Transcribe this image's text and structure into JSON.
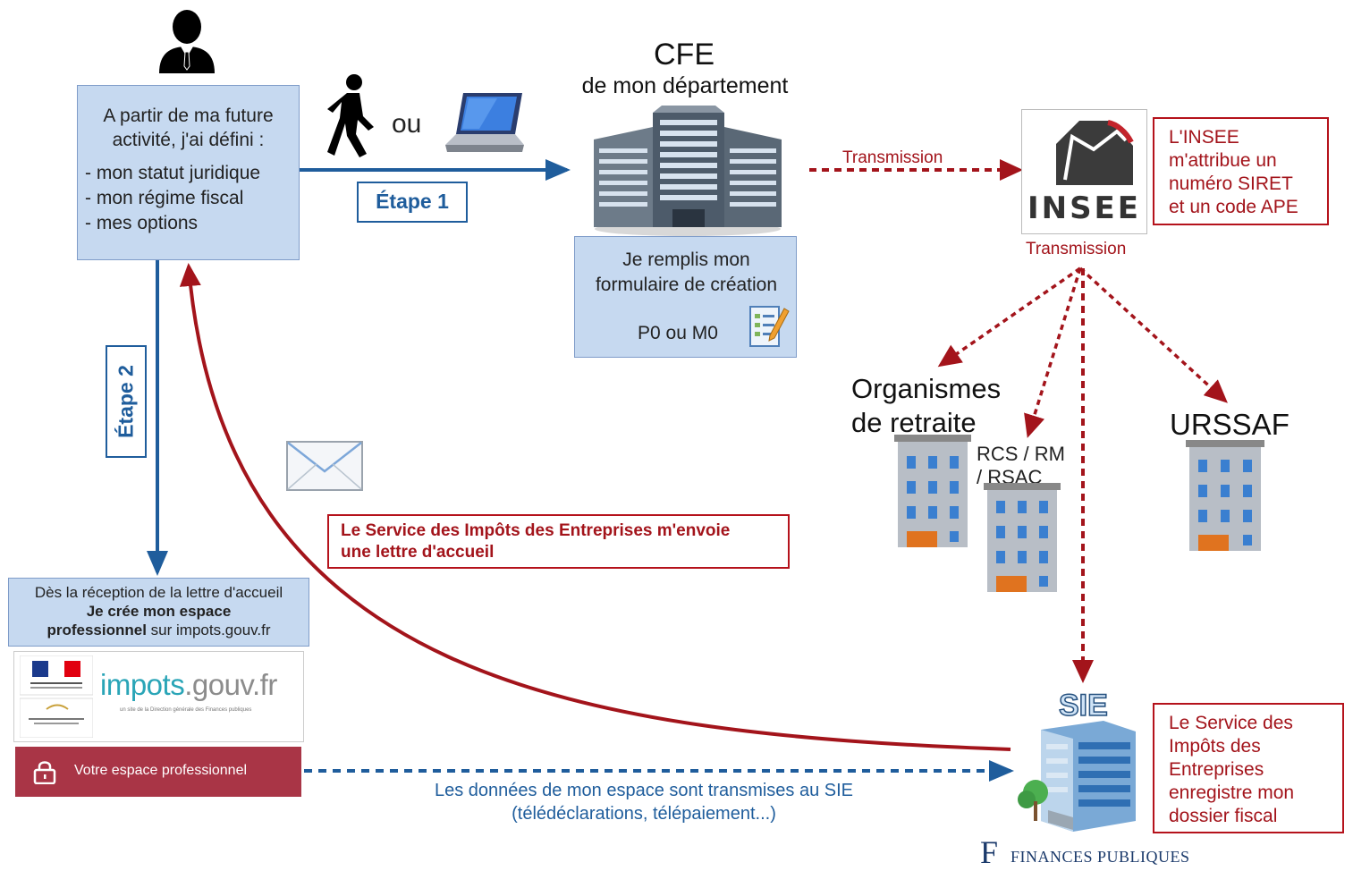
{
  "colors": {
    "blue_arrow": "#1f5d9c",
    "red_arrow": "#a3141b",
    "box_fill": "#c6d9f0",
    "red_text": "#a3141b",
    "espace_button": "#a93546"
  },
  "user_box": {
    "intro": "A partir de ma future\nactivité, j'ai défini :",
    "items": [
      "- mon statut juridique",
      "- mon régime fiscal",
      "- mes options"
    ]
  },
  "ou_label": "ou",
  "etape1": "Étape 1",
  "etape2": "Étape 2",
  "cfe": {
    "title": "CFE",
    "subtitle": "de mon département",
    "form_text": "Je remplis mon\nformulaire de création",
    "form_ref": "P0 ou M0"
  },
  "transmission_1": "Transmission",
  "transmission_2": "Transmission",
  "insee": {
    "logo_text": "INSEE",
    "note": "L'INSEE\nm'attribue un\nnuméro SIRET\net un code APE"
  },
  "organismes_label": "Organismes\nde retraite",
  "rcs_label": "RCS / RM\n/ RSAC",
  "urssaf_label": "URSSAF",
  "sie_note": "Le Service des Impôts des Entreprises m'envoie\nune lettre d'accueil",
  "espace_box": {
    "line1": "Dès la réception de la lettre d'accueil",
    "bold": "Je crée mon espace\nprofessionnel",
    "tail": " sur impots.gouv.fr"
  },
  "impots_logo": {
    "main": "impots",
    "suffix": ".gouv.fr",
    "tagline": "un site de la Direction générale des Finances publiques"
  },
  "espace_button": "Votre espace professionnel",
  "data_transmission": "Les données de mon espace sont transmises au SIE\n(télédéclarations, télépaiement...)",
  "sie": {
    "label": "SIE",
    "note": "Le Service des\nImpôts des\nEntreprises\nenregistre mon\ndossier fiscal"
  },
  "finances": {
    "mark": "F",
    "text": "FINANCES PUBLIQUES"
  }
}
